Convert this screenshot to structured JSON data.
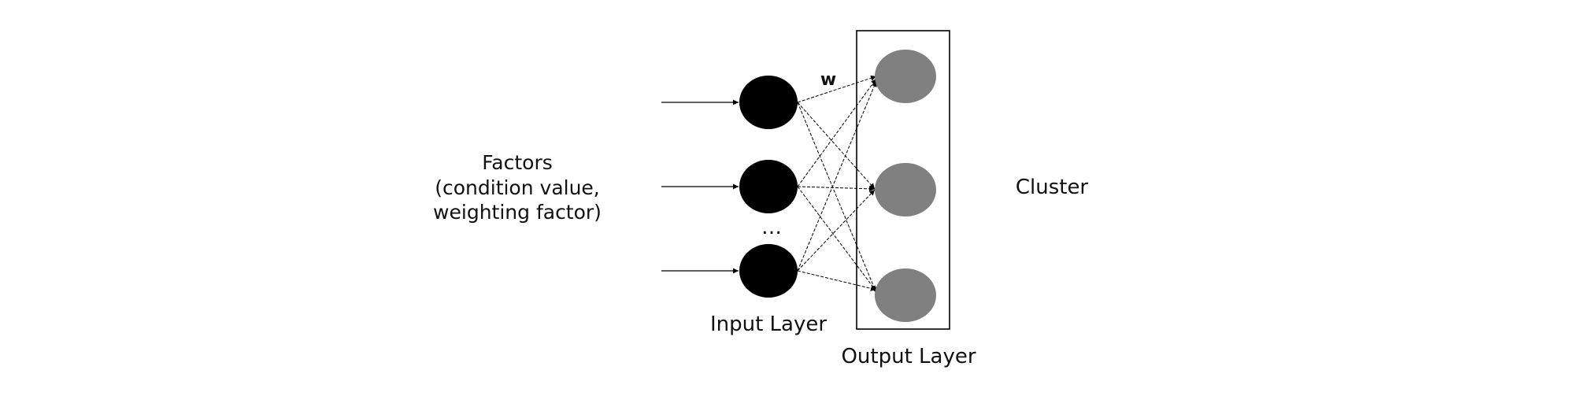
{
  "labels": {
    "factors_line1": "Factors",
    "factors_line2": "(condition value,",
    "factors_line3": "weighting factor)",
    "weight": "w",
    "ellipsis": "…",
    "input_layer": "Input Layer",
    "output_layer": "Output Layer",
    "cluster": "Cluster"
  },
  "colors": {
    "input_node": "#000000",
    "output_node": "#808080",
    "line": "#000000",
    "box": "#000000"
  },
  "structure": {
    "input_nodes": 3,
    "output_nodes": 3,
    "fully_connected": true
  }
}
